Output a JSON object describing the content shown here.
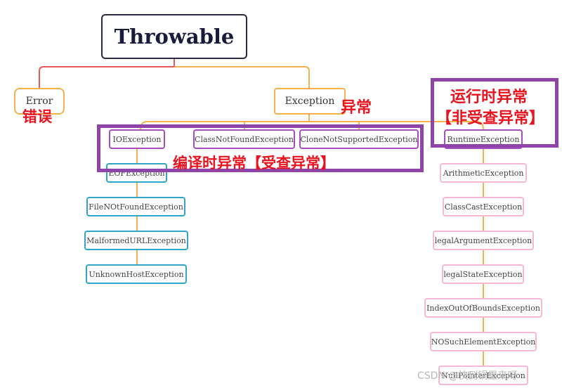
{
  "nodes": {
    "throwable": "Throwable",
    "error": "Error",
    "exception": "Exception",
    "io": "IOException",
    "classnotfound": "ClassNotFoundException",
    "clonenotsupported": "CloneNotSupportedException",
    "runtime": "RuntimeException",
    "eof": "EOFException",
    "filenotfound": "FileNOtFoundException",
    "malformedurl": "MalformedURLException",
    "unknownhost": "UnknownHostException",
    "arithmetic": "ArithmeticException",
    "classcast": "ClassCastException",
    "illegalargument": "legalArgumentException",
    "illegalstate": "legalStateException",
    "indexoutofbounds": "IndexOutOfBoundsException",
    "nosuchelement": "NOSuchElementException",
    "nullpointer": "NullPointerException"
  },
  "annotations": {
    "error_cn": "错误",
    "exception_cn": "异常",
    "checked": "编译时异常【受查异常】",
    "runtime_line1": "运行时异常",
    "runtime_line2": "【非受查异常】"
  },
  "watermark": "CSDN @快到锅里来呀",
  "colors": {
    "root_border": "#2a2a40",
    "orange": "#f6b14f",
    "purple": "#a64dc0",
    "teal": "#2fa6c8",
    "pink": "#f6b8d4",
    "annotation_frame": "#8e44a8",
    "annotation_text": "#e8131f"
  }
}
